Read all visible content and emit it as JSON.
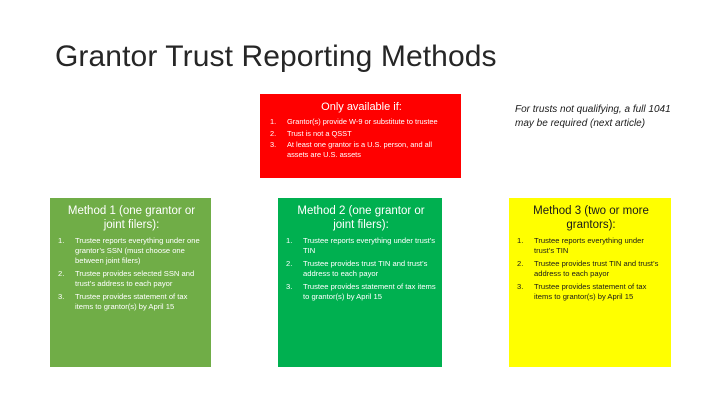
{
  "title": "Grantor Trust Reporting Methods",
  "colors": {
    "background": "#ffffff",
    "condition_box": "#ff0000",
    "method1": "#70ad47",
    "method2": "#00b050",
    "method3": "#ffff00"
  },
  "conditions": {
    "heading": "Only available if:",
    "items": [
      {
        "num": "1.",
        "text": "Grantor(s) provide W-9 or substitute to trustee"
      },
      {
        "num": "2.",
        "text": "Trust is not a QSST"
      },
      {
        "num": "3.",
        "text": "At least one grantor is a U.S. person, and all assets are U.S. assets"
      }
    ]
  },
  "note": "For trusts not qualifying, a full 1041 may be required (next article)",
  "methods": [
    {
      "heading": "Method 1 (one grantor or joint filers):",
      "items": [
        {
          "num": "1.",
          "text": "Trustee reports everything under one grantor’s SSN (must choose one between joint filers)"
        },
        {
          "num": "2.",
          "text": "Trustee provides selected SSN and trust’s address to each payor"
        },
        {
          "num": "3.",
          "text": "Trustee provides statement of tax items to grantor(s) by April 15"
        }
      ]
    },
    {
      "heading": "Method 2 (one grantor or joint filers):",
      "items": [
        {
          "num": "1.",
          "text": "Trustee reports everything under trust’s TIN"
        },
        {
          "num": "2.",
          "text": "Trustee provides trust TIN and trust’s address to each payor"
        },
        {
          "num": "3.",
          "text": "Trustee provides statement of tax items to grantor(s) by April 15"
        }
      ]
    },
    {
      "heading": "Method 3 (two or more grantors):",
      "items": [
        {
          "num": "1.",
          "text": "Trustee reports everything under trust’s TIN"
        },
        {
          "num": "2.",
          "text": "Trustee provides trust TIN and trust’s address to each payor"
        },
        {
          "num": "3.",
          "text": "Trustee provides statement of tax items to grantor(s) by April 15"
        }
      ]
    }
  ]
}
